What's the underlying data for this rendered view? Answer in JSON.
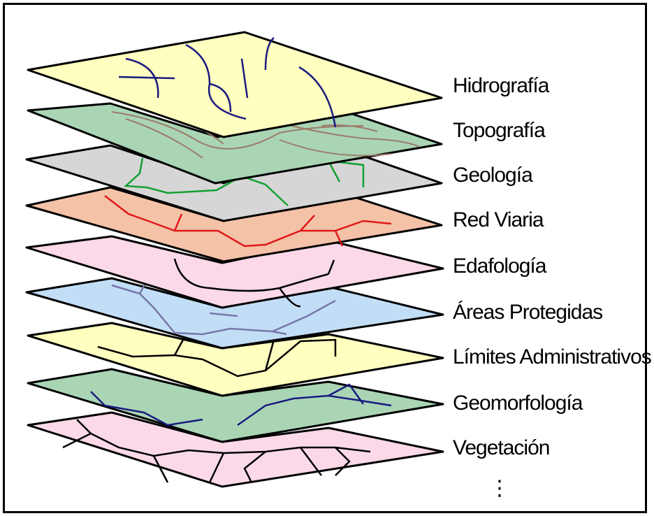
{
  "layers": [
    {
      "label": "Hidrografía",
      "fill": "#ffffc0",
      "line": "#1a1a80"
    },
    {
      "label": "Topografía",
      "fill": "#a9d5b5",
      "line": "#9c7b6a"
    },
    {
      "label": "Geología",
      "fill": "#d6d6d6",
      "line": "#12a032"
    },
    {
      "label": "Red Viaria",
      "fill": "#f4c2a7",
      "line": "#e01818"
    },
    {
      "label": "Edafología",
      "fill": "#fbd9e8",
      "line": "#000000"
    },
    {
      "label": "Áreas Protegidas",
      "fill": "#c2def7",
      "line": "#7777aa"
    },
    {
      "label": "Límites Administrativos",
      "fill": "#ffffc0",
      "line": "#000000"
    },
    {
      "label": "Geomorfología",
      "fill": "#a9d5b5",
      "line": "#1a1a80"
    },
    {
      "label": "Vegetación",
      "fill": "#fbd9e8",
      "line": "#000000"
    }
  ],
  "continuation": "⋮"
}
